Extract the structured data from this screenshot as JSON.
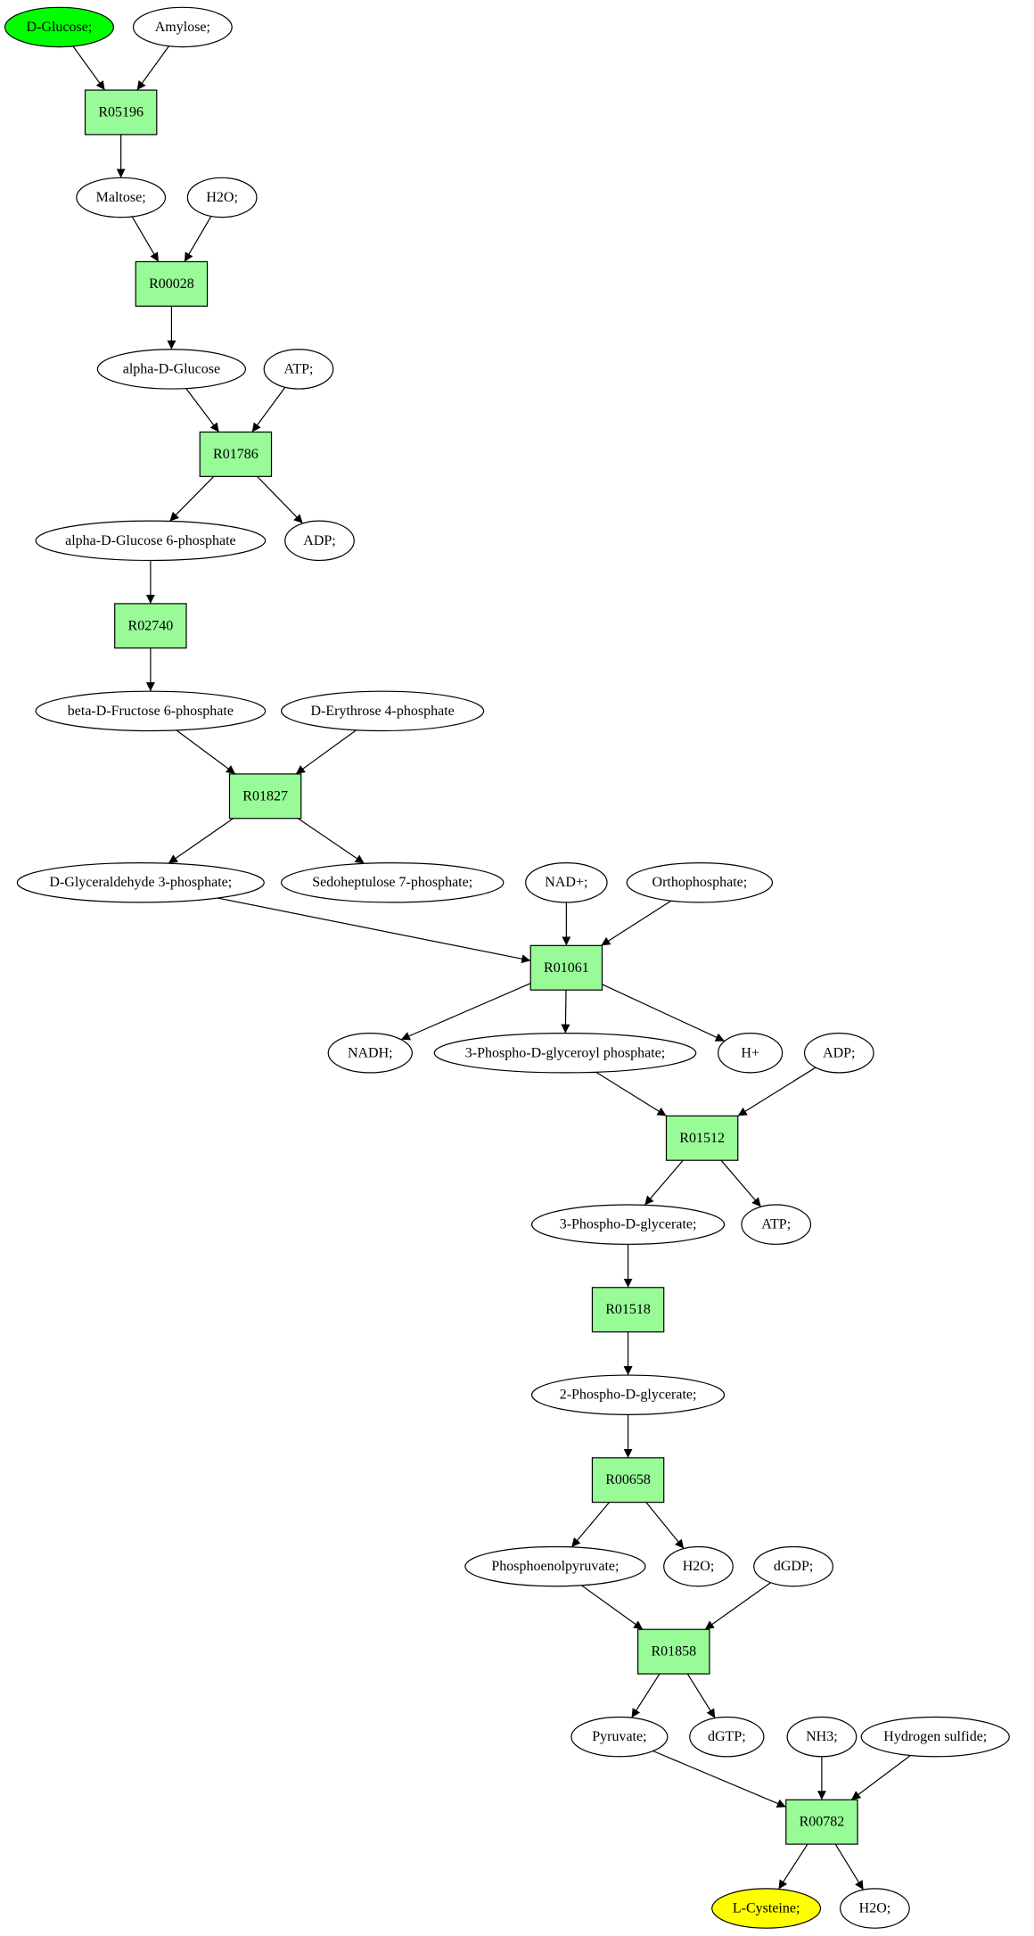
{
  "colors": {
    "reaction_fill": "#98fb98",
    "source_fill": "#00ff00",
    "target_fill": "#ffff00",
    "metabolite_fill": "#ffffff",
    "stroke": "#000000"
  },
  "nodes": [
    {
      "id": "dglucose",
      "label": "D-Glucose;",
      "kind": "source"
    },
    {
      "id": "amylose",
      "label": "Amylose;",
      "kind": "metabolite"
    },
    {
      "id": "r05196",
      "label": "R05196",
      "kind": "reaction"
    },
    {
      "id": "maltose",
      "label": "Maltose;",
      "kind": "metabolite"
    },
    {
      "id": "h2o1",
      "label": "H2O;",
      "kind": "metabolite"
    },
    {
      "id": "r00028",
      "label": "R00028",
      "kind": "reaction"
    },
    {
      "id": "adglucose",
      "label": "alpha-D-Glucose",
      "kind": "metabolite"
    },
    {
      "id": "atp1",
      "label": "ATP;",
      "kind": "metabolite"
    },
    {
      "id": "r01786",
      "label": "R01786",
      "kind": "reaction"
    },
    {
      "id": "adg6p",
      "label": "alpha-D-Glucose 6-phosphate",
      "kind": "metabolite"
    },
    {
      "id": "adp1",
      "label": "ADP;",
      "kind": "metabolite"
    },
    {
      "id": "r02740",
      "label": "R02740",
      "kind": "reaction"
    },
    {
      "id": "bdf6p",
      "label": "beta-D-Fructose 6-phosphate",
      "kind": "metabolite"
    },
    {
      "id": "de4p",
      "label": "D-Erythrose 4-phosphate",
      "kind": "metabolite"
    },
    {
      "id": "r01827",
      "label": "R01827",
      "kind": "reaction"
    },
    {
      "id": "dg3p",
      "label": "D-Glyceraldehyde 3-phosphate;",
      "kind": "metabolite"
    },
    {
      "id": "s7p",
      "label": "Sedoheptulose 7-phosphate;",
      "kind": "metabolite"
    },
    {
      "id": "nadp",
      "label": "NAD+;",
      "kind": "metabolite"
    },
    {
      "id": "ortho",
      "label": "Orthophosphate;",
      "kind": "metabolite"
    },
    {
      "id": "r01061",
      "label": "R01061",
      "kind": "reaction"
    },
    {
      "id": "nadh",
      "label": "NADH;",
      "kind": "metabolite"
    },
    {
      "id": "pdgp",
      "label": "3-Phospho-D-glyceroyl phosphate;",
      "kind": "metabolite"
    },
    {
      "id": "hplus",
      "label": "H+",
      "kind": "metabolite"
    },
    {
      "id": "adp2",
      "label": "ADP;",
      "kind": "metabolite"
    },
    {
      "id": "r01512",
      "label": "R01512",
      "kind": "reaction"
    },
    {
      "id": "pg3",
      "label": "3-Phospho-D-glycerate;",
      "kind": "metabolite"
    },
    {
      "id": "atp2",
      "label": "ATP;",
      "kind": "metabolite"
    },
    {
      "id": "r01518",
      "label": "R01518",
      "kind": "reaction"
    },
    {
      "id": "pg2",
      "label": "2-Phospho-D-glycerate;",
      "kind": "metabolite"
    },
    {
      "id": "r00658",
      "label": "R00658",
      "kind": "reaction"
    },
    {
      "id": "pep",
      "label": "Phosphoenolpyruvate;",
      "kind": "metabolite"
    },
    {
      "id": "h2o2",
      "label": "H2O;",
      "kind": "metabolite"
    },
    {
      "id": "dgdp",
      "label": "dGDP;",
      "kind": "metabolite"
    },
    {
      "id": "r01858",
      "label": "R01858",
      "kind": "reaction"
    },
    {
      "id": "pyruvate",
      "label": "Pyruvate;",
      "kind": "metabolite"
    },
    {
      "id": "dgtp",
      "label": "dGTP;",
      "kind": "metabolite"
    },
    {
      "id": "nh3",
      "label": "NH3;",
      "kind": "metabolite"
    },
    {
      "id": "hsulf",
      "label": "Hydrogen sulfide;",
      "kind": "metabolite"
    },
    {
      "id": "r00782",
      "label": "R00782",
      "kind": "reaction"
    },
    {
      "id": "lcys",
      "label": "L-Cysteine;",
      "kind": "target"
    },
    {
      "id": "h2o3",
      "label": "H2O;",
      "kind": "metabolite"
    }
  ],
  "edges": [
    [
      "dglucose",
      "r05196"
    ],
    [
      "amylose",
      "r05196"
    ],
    [
      "r05196",
      "maltose"
    ],
    [
      "maltose",
      "r00028"
    ],
    [
      "h2o1",
      "r00028"
    ],
    [
      "r00028",
      "adglucose"
    ],
    [
      "adglucose",
      "r01786"
    ],
    [
      "atp1",
      "r01786"
    ],
    [
      "r01786",
      "adg6p"
    ],
    [
      "r01786",
      "adp1"
    ],
    [
      "adg6p",
      "r02740"
    ],
    [
      "r02740",
      "bdf6p"
    ],
    [
      "bdf6p",
      "r01827"
    ],
    [
      "de4p",
      "r01827"
    ],
    [
      "r01827",
      "dg3p"
    ],
    [
      "r01827",
      "s7p"
    ],
    [
      "dg3p",
      "r01061"
    ],
    [
      "nadp",
      "r01061"
    ],
    [
      "ortho",
      "r01061"
    ],
    [
      "r01061",
      "nadh"
    ],
    [
      "r01061",
      "pdgp"
    ],
    [
      "r01061",
      "hplus"
    ],
    [
      "pdgp",
      "r01512"
    ],
    [
      "adp2",
      "r01512"
    ],
    [
      "r01512",
      "pg3"
    ],
    [
      "r01512",
      "atp2"
    ],
    [
      "pg3",
      "r01518"
    ],
    [
      "r01518",
      "pg2"
    ],
    [
      "pg2",
      "r00658"
    ],
    [
      "r00658",
      "pep"
    ],
    [
      "r00658",
      "h2o2"
    ],
    [
      "pep",
      "r01858"
    ],
    [
      "dgdp",
      "r01858"
    ],
    [
      "r01858",
      "pyruvate"
    ],
    [
      "r01858",
      "dgtp"
    ],
    [
      "pyruvate",
      "r00782"
    ],
    [
      "nh3",
      "r00782"
    ],
    [
      "hsulf",
      "r00782"
    ],
    [
      "r00782",
      "lcys"
    ],
    [
      "r00782",
      "h2o3"
    ]
  ]
}
